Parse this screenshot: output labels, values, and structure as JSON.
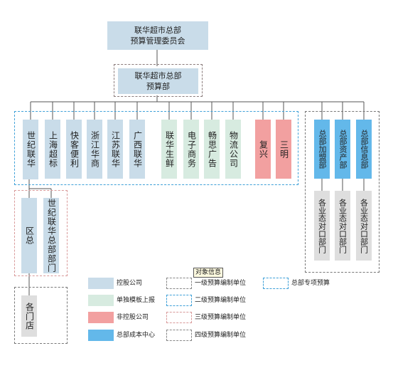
{
  "top_node": {
    "line1": "联华超市总部",
    "line2": "预算管理委员会"
  },
  "budget_node": {
    "line1": "联华超市总部",
    "line2": "预算部"
  },
  "group_units": [
    {
      "label": "世纪联华",
      "color": "blue"
    },
    {
      "label": "上海超标",
      "color": "blue"
    },
    {
      "label": "快客便利",
      "color": "blue"
    },
    {
      "label": "浙江华商",
      "color": "blue"
    },
    {
      "label": "江苏联华",
      "color": "blue"
    },
    {
      "label": "广西联华",
      "color": "blue"
    },
    {
      "label": "联华生鲜",
      "color": "green"
    },
    {
      "label": "电子商务",
      "color": "green"
    },
    {
      "label": "畅思广告",
      "color": "green"
    },
    {
      "label": "物流公司",
      "color": "green"
    },
    {
      "label": "复兴",
      "color": "red"
    },
    {
      "label": "三明",
      "color": "red"
    }
  ],
  "hq_centers": [
    "总部加盟部",
    "总部资产部",
    "总部信息部"
  ],
  "hq_departments": [
    "各业态对口部门",
    "各业态对口部门",
    "各业态对口部门"
  ],
  "sub_units": [
    "区总",
    "世纪联华总部部门"
  ],
  "stores": "各门店",
  "tooltip": "对象信息",
  "legend": {
    "colors": [
      {
        "label": "控股公司",
        "color": "#c9dce9"
      },
      {
        "label": "单独模板上报",
        "color": "#d7ebe0"
      },
      {
        "label": "非控股公司",
        "color": "#f2a0a0"
      },
      {
        "label": "总部成本中心",
        "color": "#63b8ea"
      }
    ],
    "levels": [
      {
        "label": "一级预算编制单位",
        "color": "#888888"
      },
      {
        "label": "二级预算编制单位",
        "color": "#3ea0d8"
      },
      {
        "label": "三级预算编制单位",
        "color": "#d99a9a"
      },
      {
        "label": "四级预算编制单位",
        "color": "#888888"
      }
    ],
    "special": {
      "label": "总部专项预算",
      "color": "#3ea0d8"
    }
  }
}
